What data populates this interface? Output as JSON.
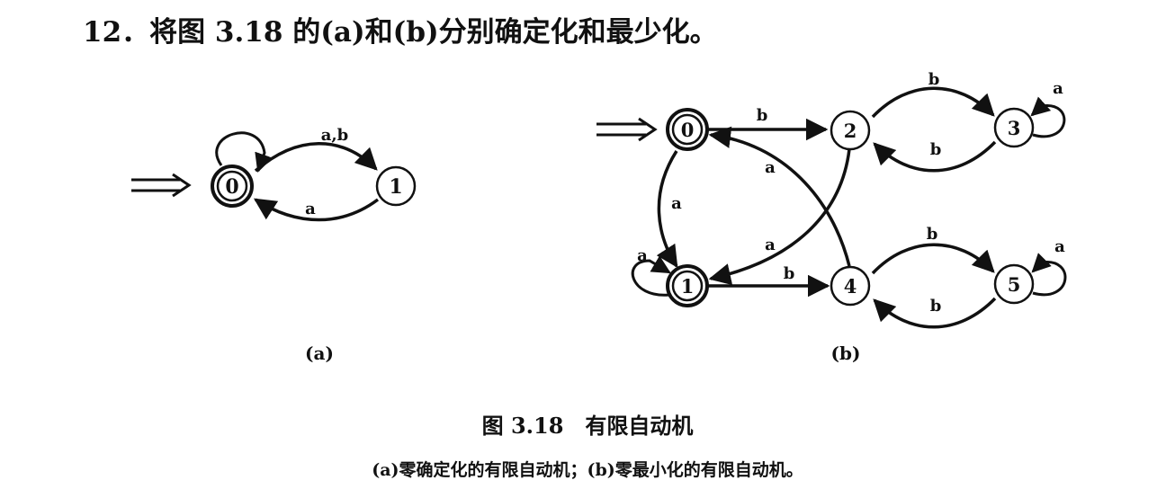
{
  "question": "12．将图 3.18 的(a)和(b)分别确定化和最少化。",
  "figure_a": {
    "label": "(a)",
    "states": [
      {
        "id": "0",
        "accepting": true
      },
      {
        "id": "1",
        "accepting": false
      }
    ],
    "transitions": [
      {
        "from": "0",
        "to": "0",
        "label": ""
      },
      {
        "from": "0",
        "to": "1",
        "label": "a,b"
      },
      {
        "from": "1",
        "to": "0",
        "label": "a"
      }
    ]
  },
  "figure_b": {
    "label": "(b)",
    "states": [
      {
        "id": "0",
        "accepting": true
      },
      {
        "id": "1",
        "accepting": true
      },
      {
        "id": "2",
        "accepting": false
      },
      {
        "id": "3",
        "accepting": false
      },
      {
        "id": "4",
        "accepting": false
      },
      {
        "id": "5",
        "accepting": false
      }
    ],
    "transitions": [
      {
        "from": "0",
        "to": "2",
        "label": "b"
      },
      {
        "from": "2",
        "to": "3",
        "label": "b"
      },
      {
        "from": "3",
        "to": "2",
        "label": "b"
      },
      {
        "from": "3",
        "to": "3",
        "label": "a"
      },
      {
        "from": "4",
        "to": "0",
        "label": "a"
      },
      {
        "from": "0",
        "to": "1",
        "label": "a"
      },
      {
        "from": "2",
        "to": "1",
        "label": "a"
      },
      {
        "from": "1",
        "to": "1",
        "label": "a"
      },
      {
        "from": "1",
        "to": "4",
        "label": "b"
      },
      {
        "from": "4",
        "to": "5",
        "label": "b"
      },
      {
        "from": "5",
        "to": "4",
        "label": "b"
      },
      {
        "from": "5",
        "to": "5",
        "label": "a"
      }
    ]
  },
  "caption": {
    "title": "图 3.18　有限自动机",
    "subtitle": "(a)零确定化的有限自动机；(b)零最小化的有限自动机。"
  }
}
